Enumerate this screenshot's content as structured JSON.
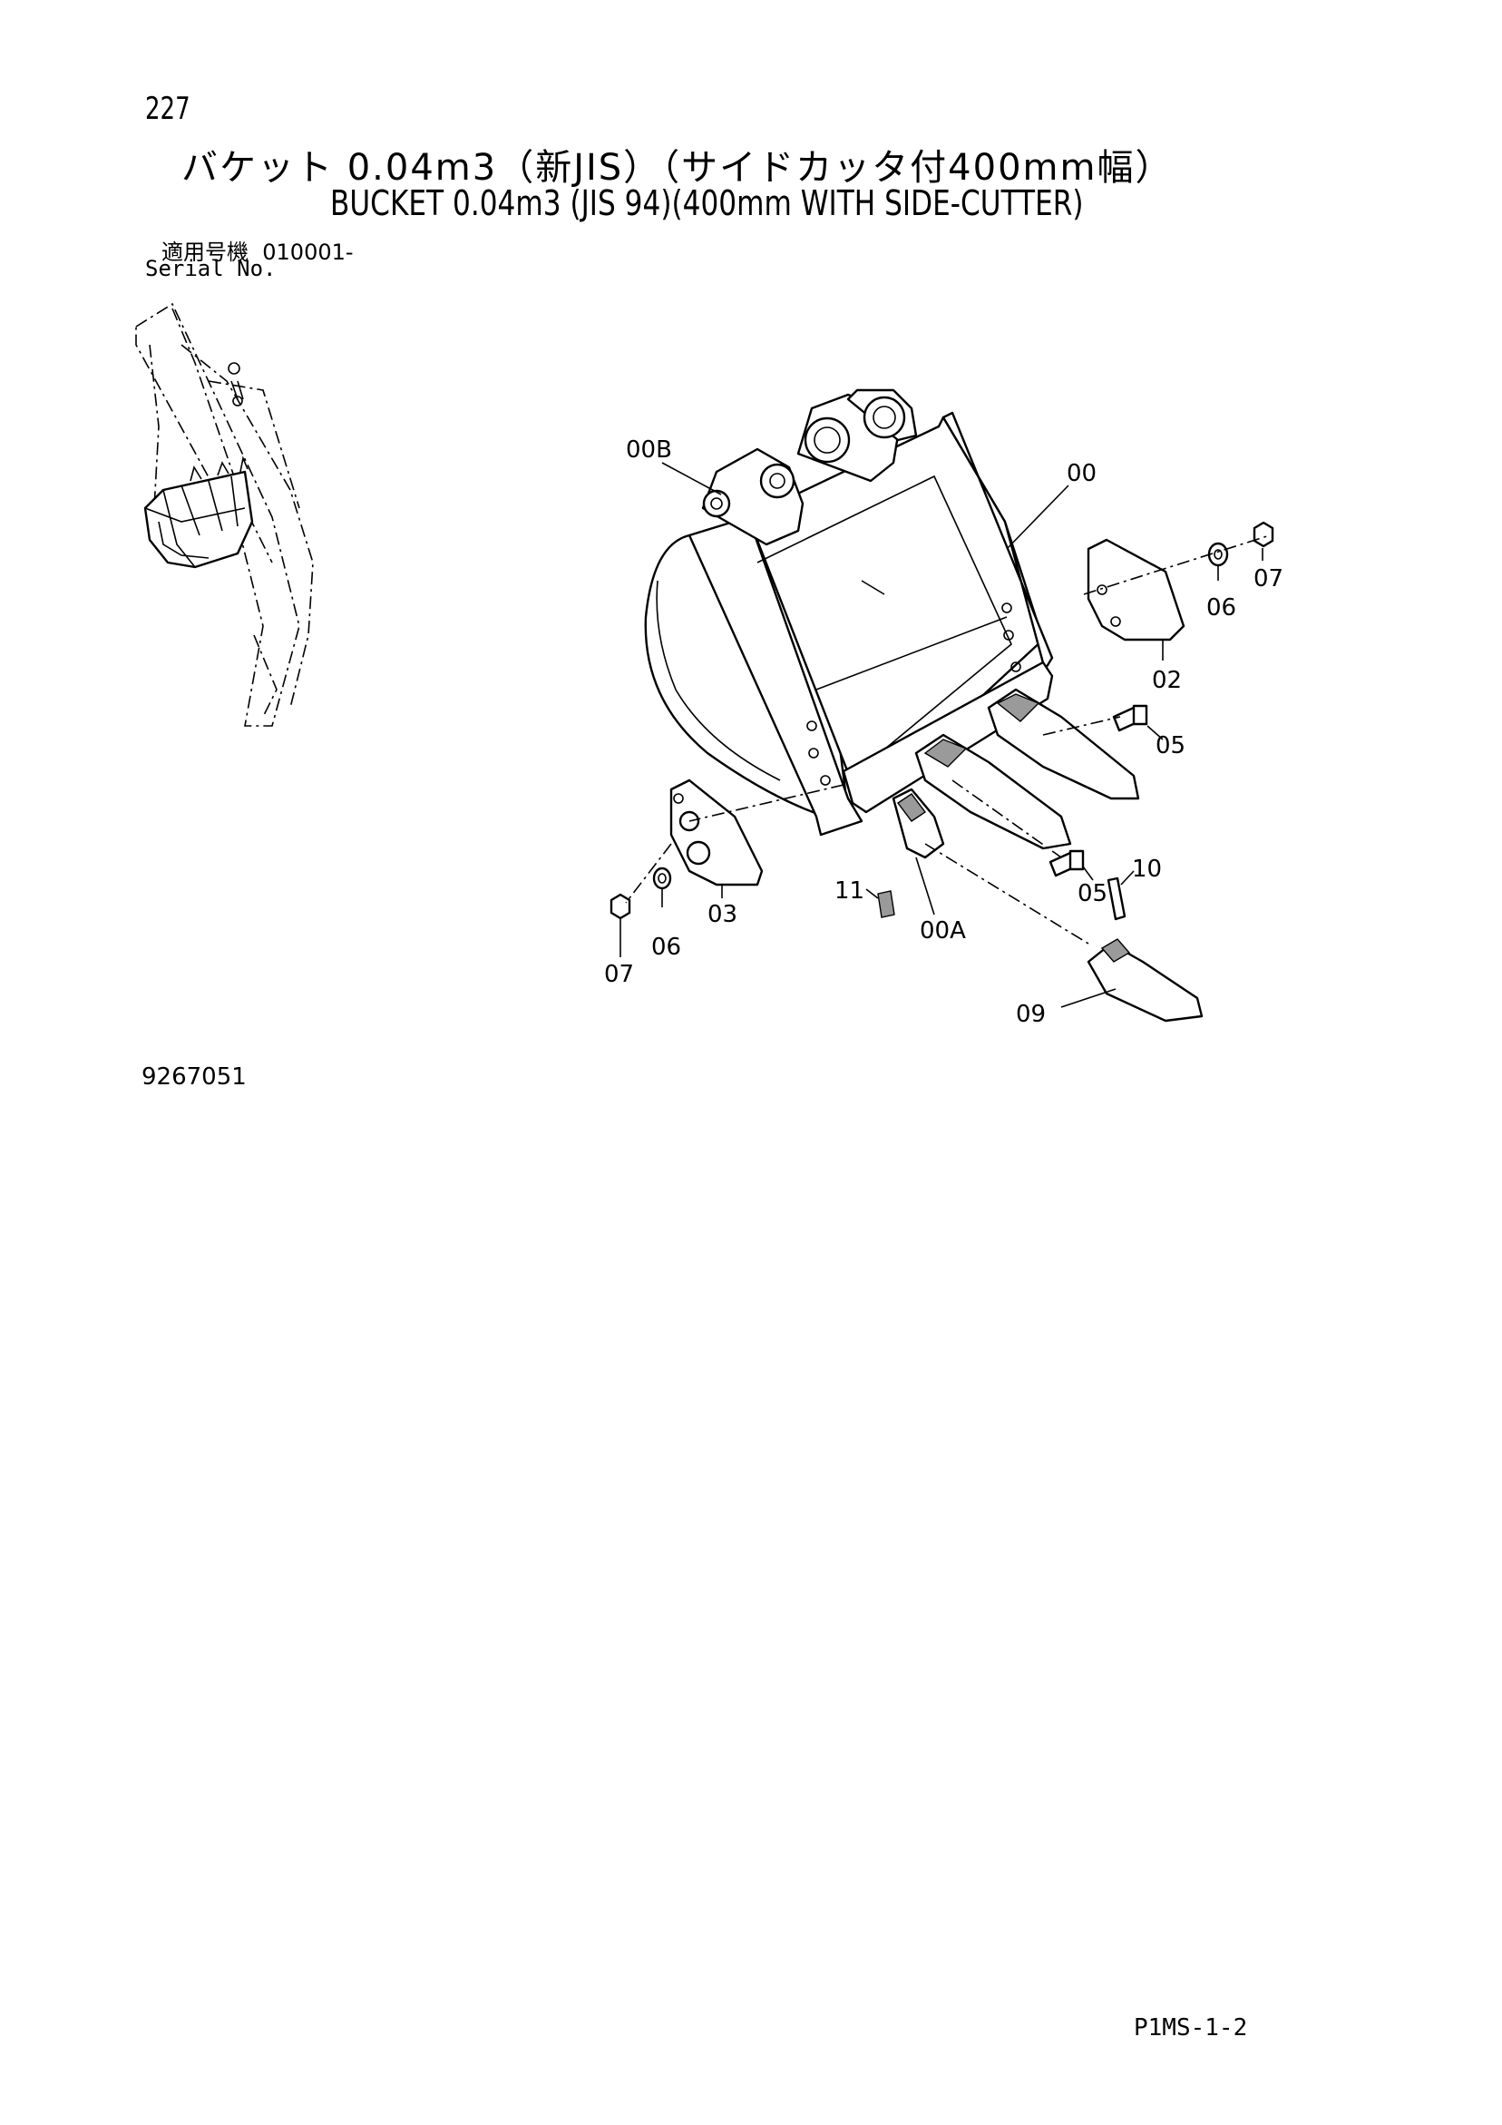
{
  "page_number": "227",
  "title_jp": "バケット 0.04m3（新JIS）（サイドカッタ付400mm幅）",
  "title_en": "BUCKET 0.04m3 (JIS 94)(400mm WITH SIDE-CUTTER)",
  "serial": {
    "label_jp": "適用号機",
    "value": "010001-",
    "label_en": "Serial No."
  },
  "callouts": {
    "c00B": "00B",
    "c00": "00",
    "c07_right": "07",
    "c06_right": "06",
    "c02": "02",
    "c05_upper": "05",
    "c03": "03",
    "c11": "11",
    "c10": "10",
    "c05_lower": "05",
    "c00A": "00A",
    "c06_left": "06",
    "c07_left": "07",
    "c09": "09"
  },
  "drawing_number": "9267051",
  "footer_code": "P1MS-1-2"
}
